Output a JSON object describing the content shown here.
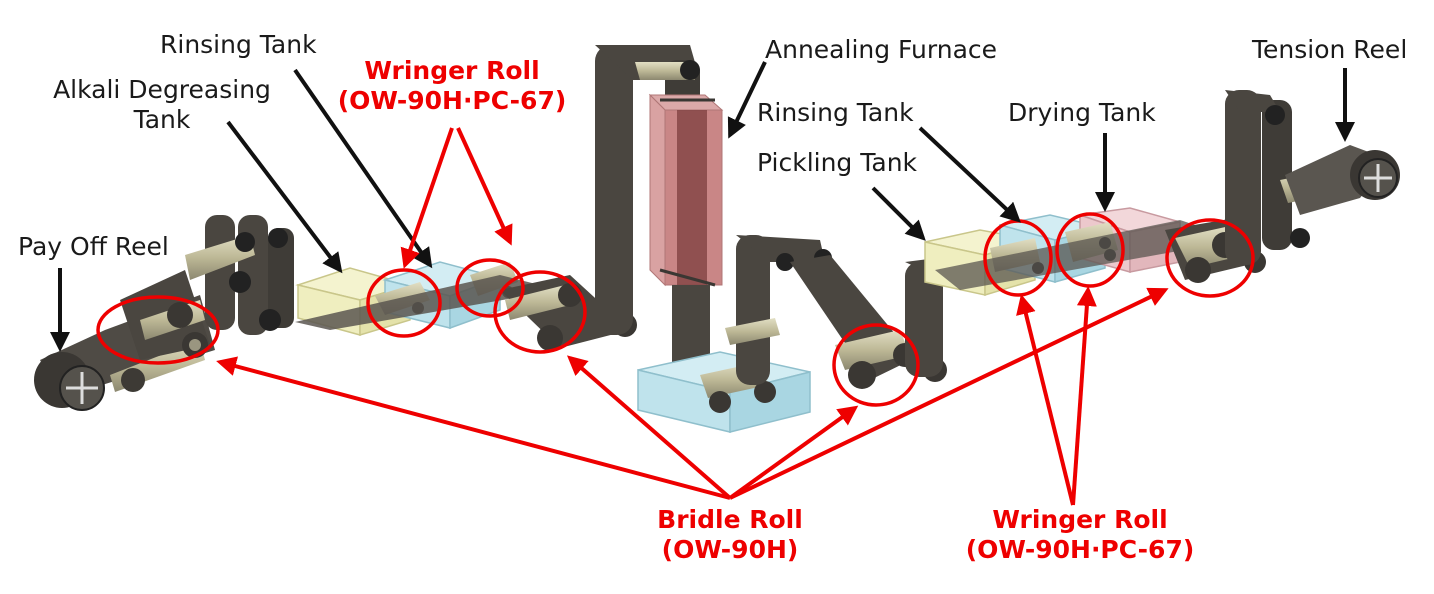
{
  "labels": {
    "pay_off_reel": "Pay Off Reel",
    "alkali_degreasing_tank": [
      "Alkali Degreasing",
      "Tank"
    ],
    "rinsing_tank_1": "Rinsing Tank",
    "wringer_roll_top": [
      "Wringer Roll",
      "(OW-90H·PC-67)"
    ],
    "annealing_furnace": "Annealing Furnace",
    "rinsing_tank_2": "Rinsing Tank",
    "pickling_tank": "Pickling Tank",
    "drying_tank": "Drying Tank",
    "tension_reel": "Tension Reel",
    "bridle_roll": [
      "Bridle Roll",
      "(OW-90H)"
    ],
    "wringer_roll_bottom": [
      "Wringer Roll",
      "(OW-90H·PC-67)"
    ]
  },
  "colors": {
    "highlight_red": "#ee0000",
    "annotation_black": "#111111",
    "roller_frame": "#4a4640",
    "roller_body": "#bdb896",
    "strip": "#5a5650",
    "tank_yellow": "#efeebf",
    "tank_blue": "#bfe3ec",
    "furnace_red": "#c98686",
    "drying_pink": "#ecc8cc"
  }
}
